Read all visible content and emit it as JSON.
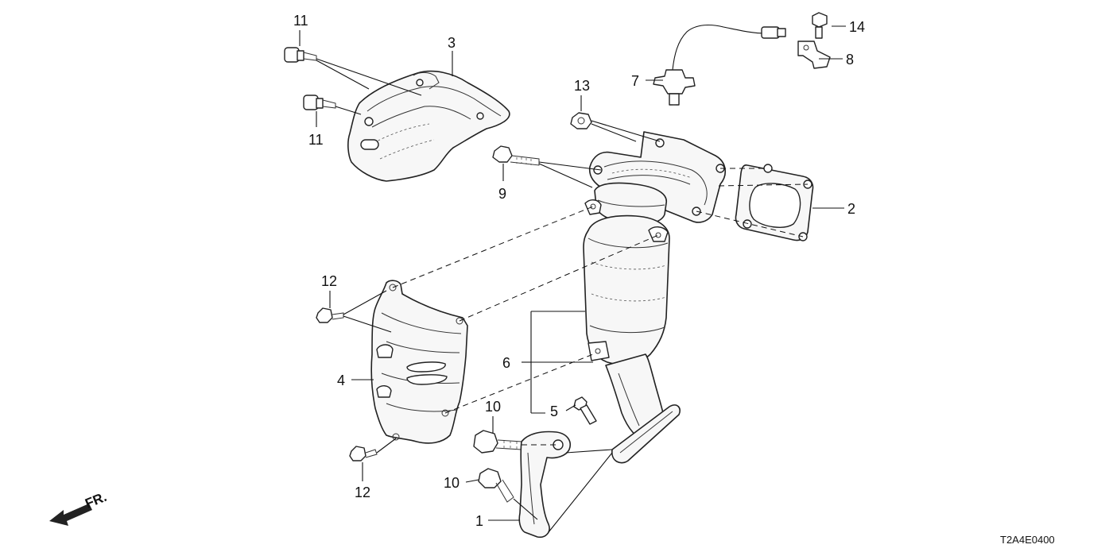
{
  "diagram": {
    "code": "T2A4E0400",
    "direction_label": "FR.",
    "callouts": {
      "p1": "1",
      "p2": "2",
      "p3": "3",
      "p4": "4",
      "p5": "5",
      "p6": "6",
      "p7": "7",
      "p8": "8",
      "p9": "9",
      "p10a": "10",
      "p10b": "10",
      "p11a": "11",
      "p11b": "11",
      "p12a": "12",
      "p12b": "12",
      "p13": "13",
      "p14": "14"
    }
  }
}
